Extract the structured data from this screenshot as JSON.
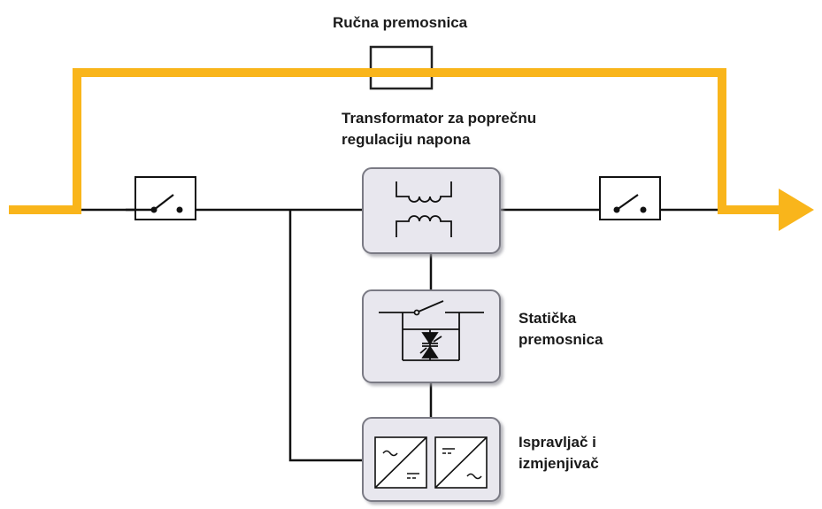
{
  "labels": {
    "manual_bypass": "Ručna premosnica",
    "transformer": [
      "Transformator za poprečnu",
      "regulaciju napona"
    ],
    "static_bypass": [
      "Statička",
      "premosnica"
    ],
    "rectifier_inverter": [
      "Ispravljač i",
      "izmjenjivač"
    ]
  },
  "colors": {
    "power_path": "#F9B51B",
    "line": "#111111",
    "module_fill": "#E8E7EE",
    "module_border": "#7A7A84",
    "module_shadow": "#B9B9C2"
  },
  "icons": {
    "transformer": "transformer-coils-icon",
    "static_switch": "thyristor-switch-icon",
    "converter_ac_dc": "ac-to-dc-icon",
    "converter_dc_ac": "dc-to-ac-icon",
    "breaker": "switch-icon"
  }
}
